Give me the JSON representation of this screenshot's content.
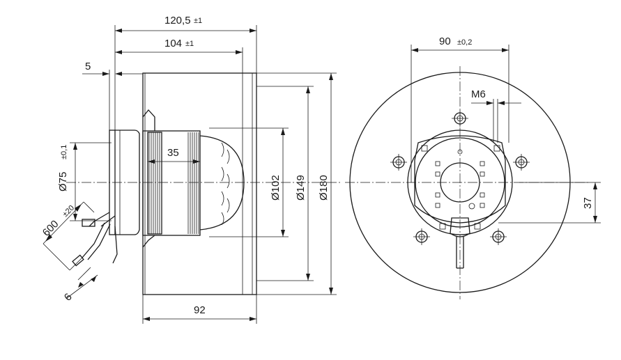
{
  "side_view": {
    "dim_overall": {
      "value": "120,5",
      "tol": "±1"
    },
    "dim_body": {
      "value": "104",
      "tol": "±1"
    },
    "dim_flange": "5",
    "dim_motor_width": "35",
    "dim_hub_dia": {
      "value": "Ø75",
      "tol": "±0,1"
    },
    "dim_cable_len": {
      "value": "600",
      "tol": "±20"
    },
    "dim_strip": "6",
    "dim_wheel_width": "92",
    "dim_d102": "Ø102",
    "dim_d149": "Ø149",
    "dim_d180": "Ø180"
  },
  "front_view": {
    "dim_bolt_spacing": {
      "value": "90",
      "tol": "±0,2"
    },
    "dim_thread": "M6",
    "dim_offset": "37"
  }
}
